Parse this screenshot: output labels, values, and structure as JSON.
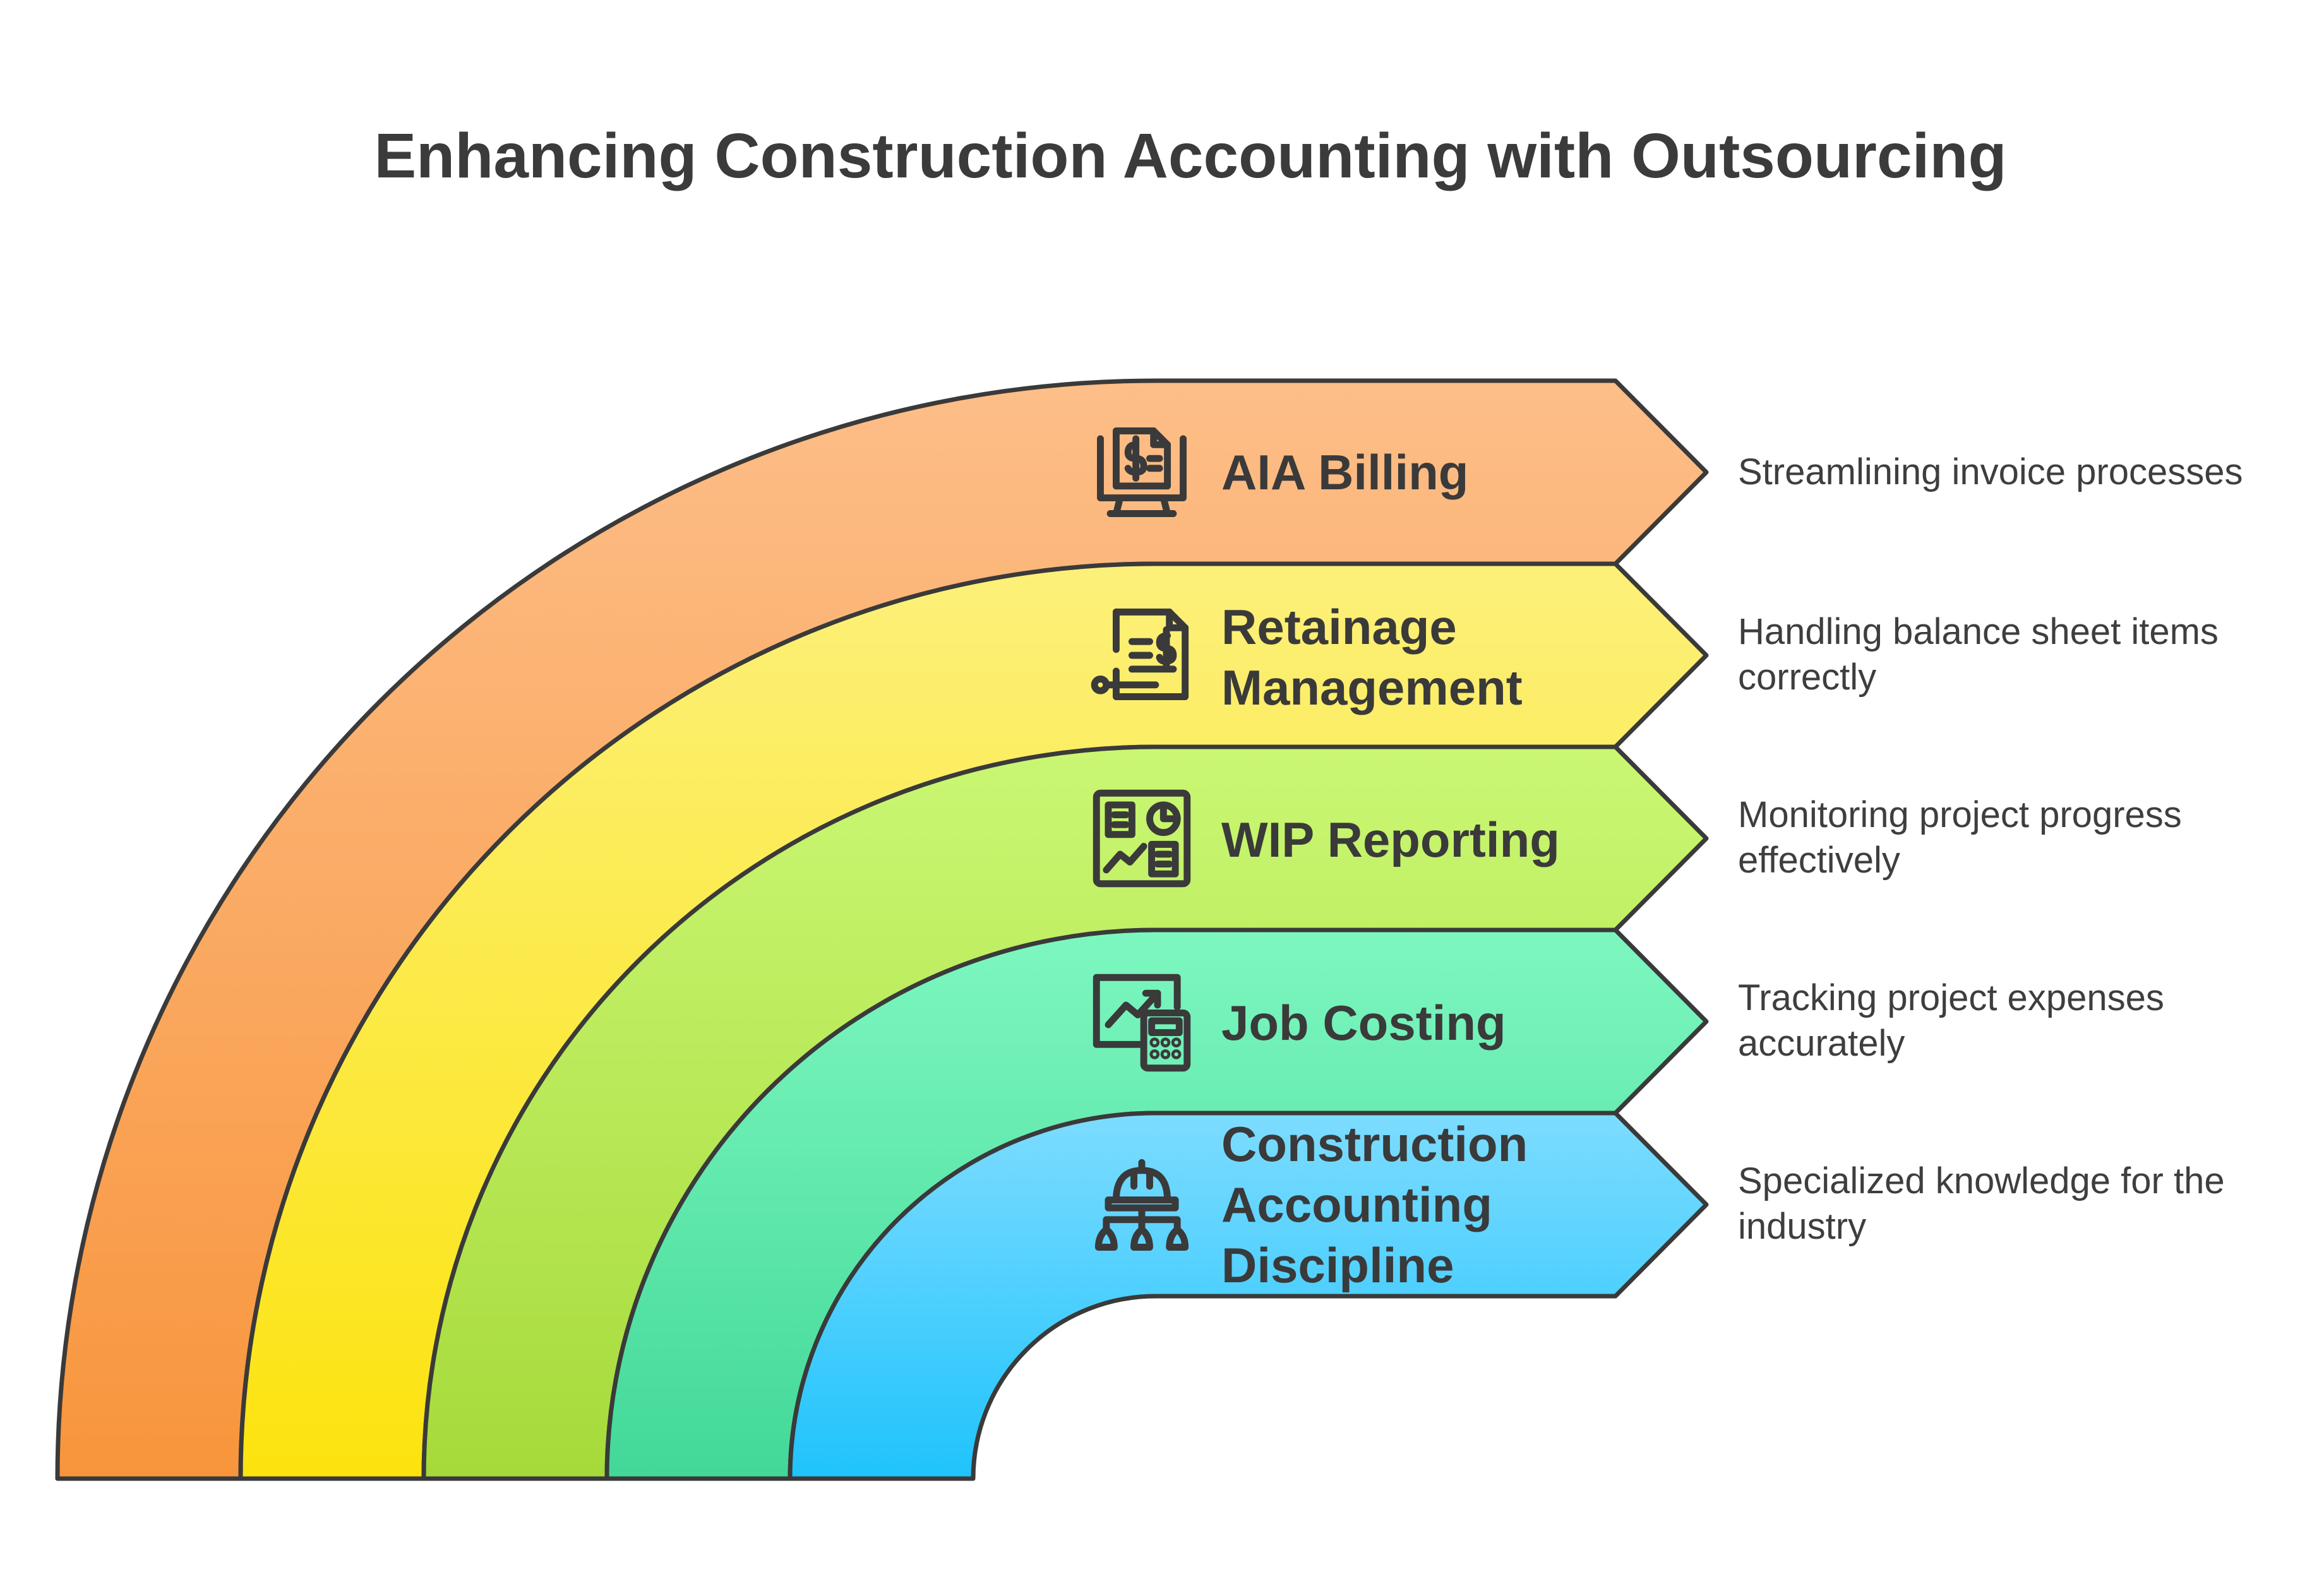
{
  "title": "Enhancing Construction Accounting with Outsourcing",
  "colors": {
    "outline": "#3a3a3a",
    "bands": [
      {
        "top": "#FDBE88",
        "bottom": "#F8953C"
      },
      {
        "top": "#FCF07A",
        "bottom": "#FCE30E"
      },
      {
        "top": "#CAF773",
        "bottom": "#A6DA3A"
      },
      {
        "top": "#7DF7C0",
        "bottom": "#42D898"
      },
      {
        "top": "#7DDCFF",
        "bottom": "#1FC3FC"
      }
    ]
  },
  "bands": [
    {
      "label_lines": [
        "AIA Billing"
      ],
      "icon": "invoice-monitor-icon",
      "description_lines": [
        "Streamlining invoice processes"
      ]
    },
    {
      "label_lines": [
        "Retainage",
        "Management"
      ],
      "icon": "contract-dollar-icon",
      "description_lines": [
        "Handling balance sheet items",
        "correctly"
      ]
    },
    {
      "label_lines": [
        "WIP Reporting"
      ],
      "icon": "dashboard-report-icon",
      "description_lines": [
        "Monitoring project progress",
        "effectively"
      ]
    },
    {
      "label_lines": [
        "Job Costing"
      ],
      "icon": "chart-calculator-icon",
      "description_lines": [
        "Tracking project expenses",
        "accurately"
      ]
    },
    {
      "label_lines": [
        "Construction",
        "Accounting",
        "Discipline"
      ],
      "icon": "hardhat-hierarchy-icon",
      "description_lines": [
        "Specialized knowledge for the",
        "industry"
      ]
    }
  ]
}
